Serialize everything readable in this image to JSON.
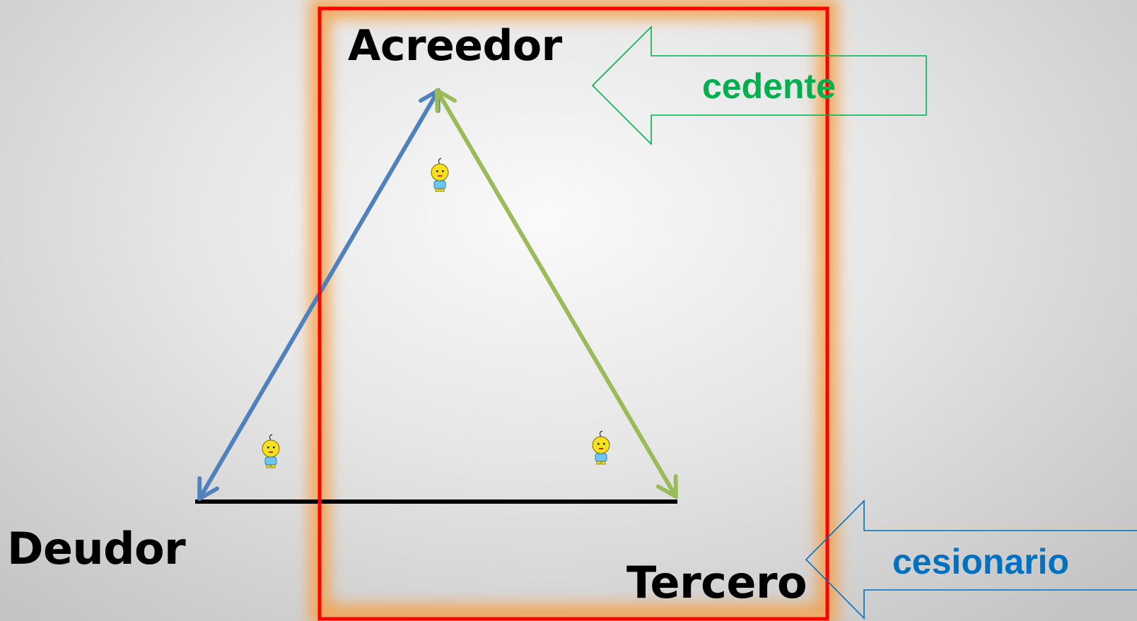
{
  "nodes": {
    "acreedor": "Acreedor",
    "deudor": "Deudor",
    "tercero": "Tercero"
  },
  "callouts": {
    "cedente": {
      "label": "cedente",
      "color": "#00b050"
    },
    "cesionario": {
      "label": "cesionario",
      "color": "#0070c0"
    }
  },
  "colors": {
    "highlight_frame": "#ff0000",
    "frame_glow": "#f5a04a",
    "arrow_acreedor_deudor": "#4f81bd",
    "arrow_acreedor_tercero": "#9bbb59",
    "base_line": "#000000"
  },
  "icons": [
    "person-figure-icon",
    "person-figure-icon",
    "person-figure-icon"
  ]
}
